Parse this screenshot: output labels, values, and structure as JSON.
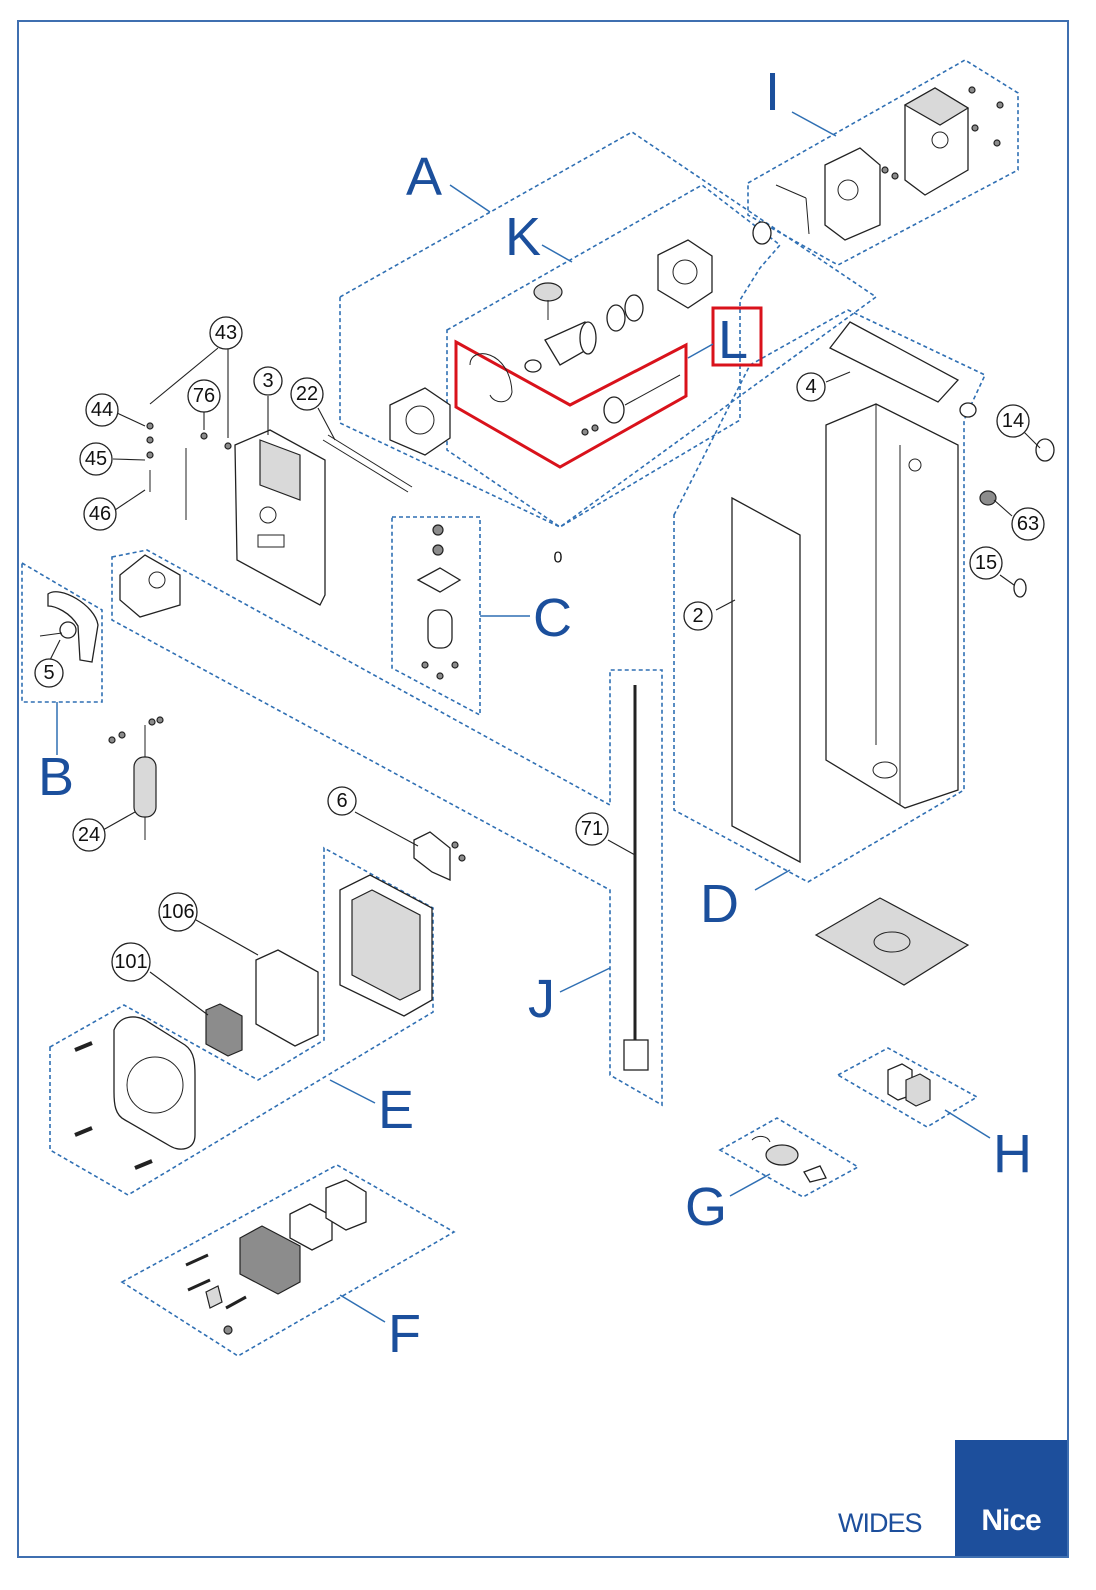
{
  "diagram": {
    "group_letters": [
      "A",
      "B",
      "C",
      "D",
      "E",
      "F",
      "G",
      "H",
      "I",
      "J",
      "K",
      "L"
    ],
    "part_numbers": [
      "43",
      "44",
      "45",
      "46",
      "76",
      "3",
      "22",
      "5",
      "24",
      "6",
      "106",
      "101",
      "71",
      "4",
      "2",
      "14",
      "63",
      "15"
    ],
    "small_mark": "0",
    "highlighted_group": "L"
  },
  "footer": {
    "model": "WIDES",
    "brand": "Nice"
  },
  "colors": {
    "accent_blue": "#1d4f9c",
    "dashed_blue": "#2f6fb3",
    "highlight_red": "#d9121b"
  }
}
